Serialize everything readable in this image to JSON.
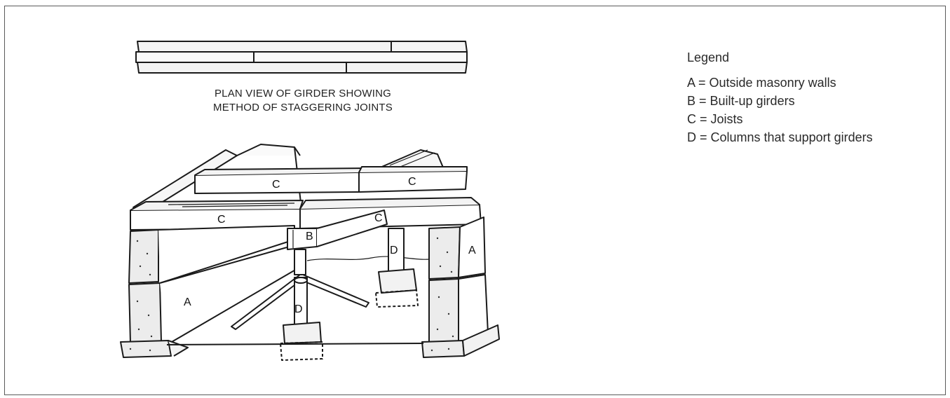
{
  "plan_view": {
    "caption_line1": "PLAN VIEW OF GIRDER SHOWING",
    "caption_line2": "METHOD OF STAGGERING JOINTS"
  },
  "legend": {
    "title": "Legend",
    "items": [
      "A = Outside masonry walls",
      "B = Built-up girders",
      "C = Joists",
      "D = Columns that support girders"
    ]
  },
  "labels": {
    "joist": "C",
    "girder": "B",
    "column": "D",
    "wall": "A"
  }
}
